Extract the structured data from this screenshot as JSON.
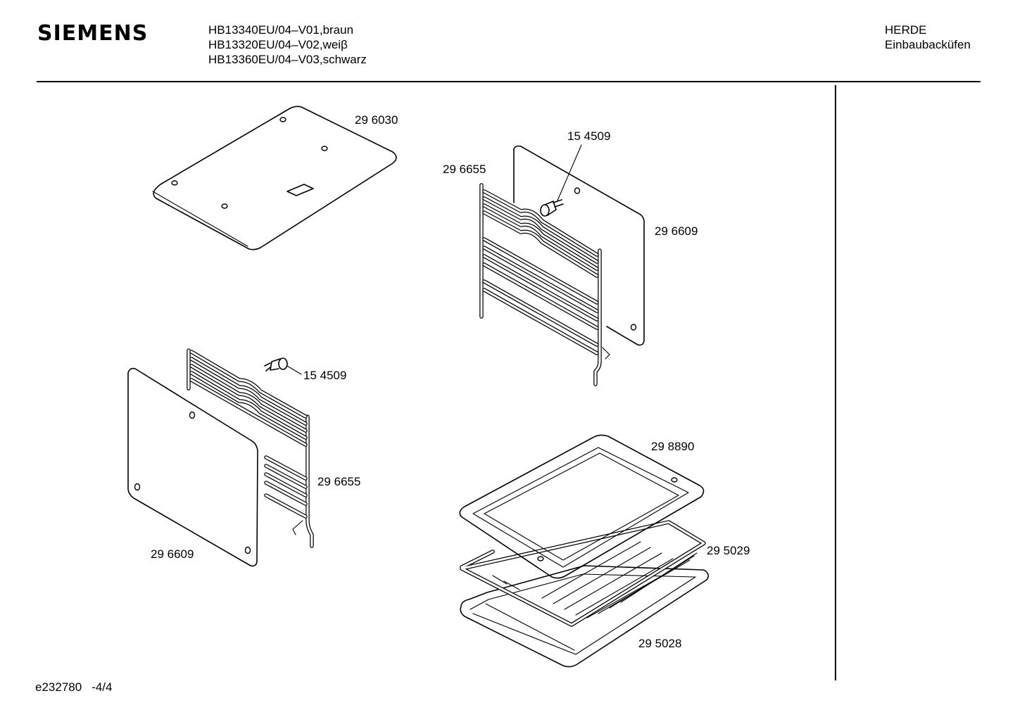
{
  "header": {
    "brand": "SIEMENS",
    "models": [
      "HB13340EU/04–V01,braun",
      "HB13320EU/04–V02,weiβ",
      "HB13360EU/04–V03,schwarz"
    ],
    "category": [
      "HERDE",
      "Einbaubacküfen"
    ]
  },
  "parts": {
    "cover_plate": "29 6030",
    "screw_right": "15 4509",
    "rack_right": "29 6655",
    "panel_right": "29 6609",
    "screw_left": "15 4509",
    "rack_left": "29 6655",
    "panel_left": "29 6609",
    "baking_tray": "29 8890",
    "grill_rack": "29 5029",
    "drip_pan": "29 5028"
  },
  "footer": {
    "doc_id": "e232780",
    "page": "-4/4"
  }
}
